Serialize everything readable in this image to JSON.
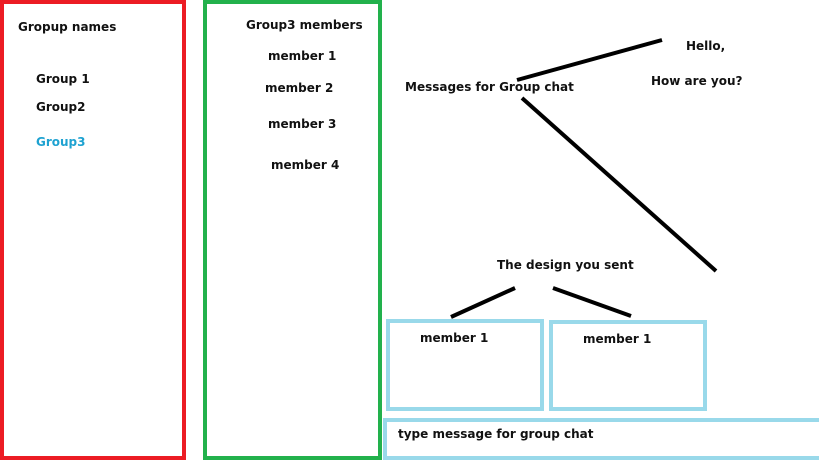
{
  "groups_panel": {
    "heading": "Gropup names",
    "items": [
      "Group 1",
      "Group2",
      "Group3"
    ],
    "selected_color": "#1ea2d1",
    "border_color": "#ec1c24"
  },
  "members_panel": {
    "heading": "Group3 members",
    "items": [
      "member 1",
      "member 2",
      "member 3",
      "member 4"
    ],
    "border_color": "#22b14c"
  },
  "chat": {
    "messages_label": "Messages for Group chat",
    "message_line1": "Hello,",
    "message_line2": "How are you?",
    "design_label": "The design you sent",
    "card_1_label": "member 1",
    "card_2_label": "member 1",
    "input_placeholder": "type message for group chat",
    "card_border_color": "#99d9ea"
  }
}
